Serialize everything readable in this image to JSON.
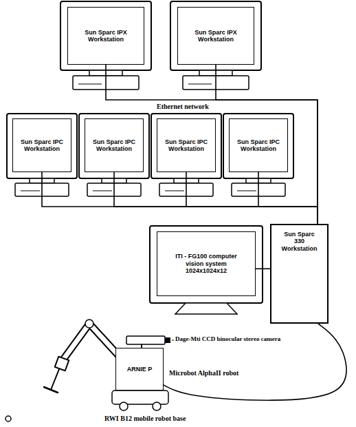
{
  "diagram": {
    "nodes": [
      {
        "text": [
          "Sun Sparc IPX Workstation"
        ]
      },
      {
        "text": [
          "Sun Sparc IPX Workstation"
        ]
      },
      {
        "text": [
          "Sun Sparc IPC Workstation"
        ]
      },
      {
        "text": [
          "Sun Sparc IPC Workstation"
        ]
      },
      {
        "text": [
          "Sun Sparc IPC Workstation"
        ]
      },
      {
        "text": [
          "Sun Sparc IPC Workstation"
        ]
      },
      {
        "text": [
          "ITI - FG100 computer vision system 1024x1024x12"
        ]
      },
      {
        "text": [
          "Sun Sparc 330 Workstation"
        ]
      },
      {
        "text": [
          "ARNIE P"
        ]
      }
    ],
    "edges": [
      {
        "from": 0,
        "to": 7,
        "arrow": "none"
      },
      {
        "from": 1,
        "to": 7,
        "arrow": "none"
      },
      {
        "from": 2,
        "to": 7,
        "arrow": "none"
      },
      {
        "from": 3,
        "to": 7,
        "arrow": "none"
      },
      {
        "from": 4,
        "to": 7,
        "arrow": "none"
      },
      {
        "from": 5,
        "to": 7,
        "arrow": "none"
      },
      {
        "from": 7,
        "to": 6,
        "arrow": "none"
      },
      {
        "from": 7,
        "to": 8,
        "arrow": "none"
      }
    ],
    "labels": [
      "Ethernet network",
      "Dage-Mti CCD binocular stereo camera",
      "Microbot AlphaII robot",
      "RWI B12 mobile robot base"
    ]
  }
}
